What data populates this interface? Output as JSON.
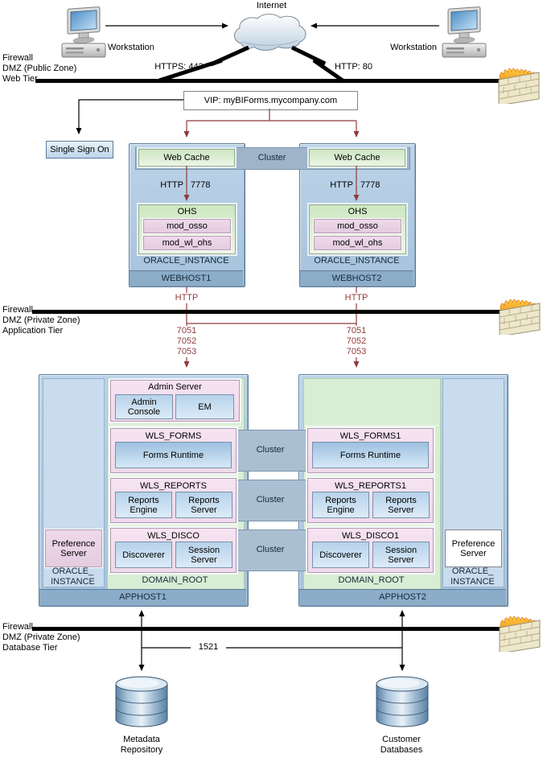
{
  "colors": {
    "maroon_arrow": "#8f3b3b",
    "host_blue": "#b0cbe3",
    "strip_blue": "#8cadc9",
    "green_panel": "#cde7c1",
    "pink_panel": "#f1dded",
    "domain_green": "#d8edd3",
    "cluster_band": "#a4b9cd",
    "child_blue": "#c9ddf1",
    "firewall_line": "#000000"
  },
  "top": {
    "internet_label": "Internet",
    "workstation_left_label": "Workstation",
    "workstation_right_label": "Workstation",
    "https_label": "HTTPS: 443",
    "http_label": "HTTP: 80"
  },
  "firewall_web": {
    "label": "Firewall\nDMZ (Public Zone)\nWeb Tier"
  },
  "firewall_app": {
    "label": "Firewall\nDMZ (Private Zone)\nApplication Tier"
  },
  "firewall_db": {
    "label": "Firewall\nDMZ (Private Zone)\nDatabase Tier"
  },
  "vip": {
    "label": "VIP: myBIForms.mycompany.com"
  },
  "sso": {
    "label": "Single Sign On"
  },
  "web_tier": {
    "cluster_label": "Cluster",
    "host1": {
      "web_cache": "Web Cache",
      "http": "HTTP",
      "port": "7778",
      "ohs": "OHS",
      "mod_osso": "mod_osso",
      "mod_wl_ohs": "mod_wl_ohs",
      "instance": "ORACLE_INSTANCE",
      "name": "WEBHOST1",
      "http_out": "HTTP",
      "ports_out": "7051\n7052\n7053"
    },
    "host2": {
      "web_cache": "Web Cache",
      "http": "HTTP",
      "port": "7778",
      "ohs": "OHS",
      "mod_osso": "mod_osso",
      "mod_wl_ohs": "mod_wl_ohs",
      "instance": "ORACLE_INSTANCE",
      "name": "WEBHOST2",
      "http_out": "HTTP",
      "ports_out": "7051\n7052\n7053"
    }
  },
  "app_tier": {
    "cluster_forms": "Cluster",
    "cluster_reports": "Cluster",
    "cluster_disco": "Cluster",
    "host1": {
      "admin_server": "Admin Server",
      "admin_console": "Admin\nConsole",
      "em": "EM",
      "wls_forms": "WLS_FORMS",
      "forms_runtime": "Forms Runtime",
      "wls_reports": "WLS_REPORTS",
      "reports_engine": "Reports\nEngine",
      "reports_server": "Reports\nServer",
      "wls_disco": "WLS_DISCO",
      "discoverer": "Discoverer",
      "session_server": "Session\nServer",
      "preference_server": "Preference\nServer",
      "instance": "ORACLE_\nINSTANCE",
      "domain": "DOMAIN_ROOT",
      "name": "APPHOST1"
    },
    "host2": {
      "wls_forms": "WLS_FORMS1",
      "forms_runtime": "Forms Runtime",
      "wls_reports": "WLS_REPORTS1",
      "reports_engine": "Reports\nEngine",
      "reports_server": "Reports\nServer",
      "wls_disco": "WLS_DISCO1",
      "discoverer": "Discoverer",
      "session_server": "Session\nServer",
      "preference_server": "Preference\nServer",
      "instance": "ORACLE_\nINSTANCE",
      "domain": "DOMAIN_ROOT",
      "name": "APPHOST2"
    }
  },
  "db_tier": {
    "port": "1521",
    "metadata_label": "Metadata\nRepository",
    "customer_label": "Customer\nDatabases"
  }
}
